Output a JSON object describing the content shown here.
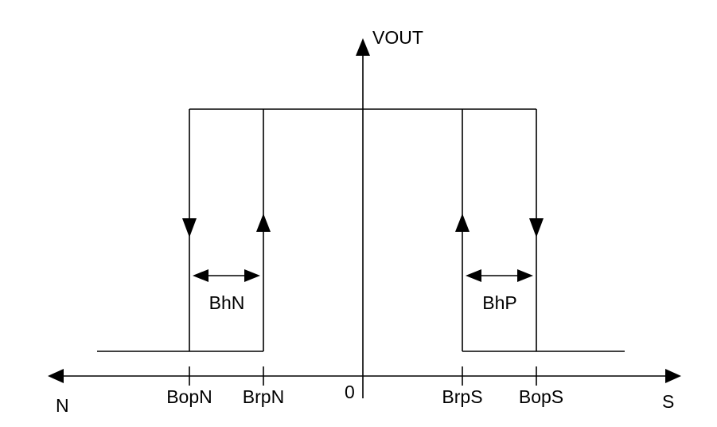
{
  "diagram": {
    "labels": {
      "vout": "VOUT",
      "n_axis": "N",
      "s_axis": "S",
      "zero": "0",
      "bopn": "BopN",
      "brpn": "BrpN",
      "brps": "BrpS",
      "bops": "BopS",
      "bhn": "BhN",
      "bhp": "BhP"
    }
  }
}
